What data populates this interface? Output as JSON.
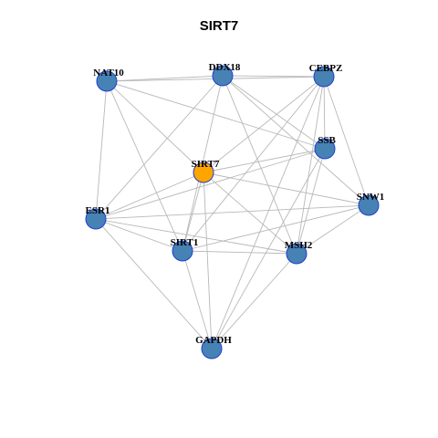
{
  "title": "SIRT7",
  "colors": {
    "node": "#4682b4",
    "hub": "#ffa500",
    "edge": "#b8b8b8",
    "node_border": "#1f3fd0"
  },
  "nodes": [
    {
      "id": "NAT10",
      "label": "NAT10",
      "hub": false
    },
    {
      "id": "DDX18",
      "label": "DDX18",
      "hub": false
    },
    {
      "id": "CEBPZ",
      "label": "CEBPZ",
      "hub": false
    },
    {
      "id": "SSB",
      "label": "SSB",
      "hub": false
    },
    {
      "id": "SIRT7",
      "label": "SIRT7",
      "hub": true
    },
    {
      "id": "SNW1",
      "label": "SNW1",
      "hub": false
    },
    {
      "id": "ESR1",
      "label": "ESR1",
      "hub": false
    },
    {
      "id": "SIRT1",
      "label": "SIRT1",
      "hub": false
    },
    {
      "id": "MSH2",
      "label": "MSH2",
      "hub": false
    },
    {
      "id": "GAPDH",
      "label": "GAPDH",
      "hub": false
    }
  ],
  "edges": [
    [
      "NAT10",
      "DDX18"
    ],
    [
      "NAT10",
      "CEBPZ"
    ],
    [
      "NAT10",
      "SSB"
    ],
    [
      "NAT10",
      "SIRT7"
    ],
    [
      "NAT10",
      "ESR1"
    ],
    [
      "NAT10",
      "SIRT1"
    ],
    [
      "DDX18",
      "CEBPZ"
    ],
    [
      "DDX18",
      "SSB"
    ],
    [
      "DDX18",
      "SNW1"
    ],
    [
      "DDX18",
      "SIRT1"
    ],
    [
      "DDX18",
      "MSH2"
    ],
    [
      "DDX18",
      "ESR1"
    ],
    [
      "CEBPZ",
      "SSB"
    ],
    [
      "CEBPZ",
      "SNW1"
    ],
    [
      "CEBPZ",
      "SIRT7"
    ],
    [
      "CEBPZ",
      "SIRT1"
    ],
    [
      "CEBPZ",
      "MSH2"
    ],
    [
      "CEBPZ",
      "GAPDH"
    ],
    [
      "SSB",
      "SIRT7"
    ],
    [
      "SSB",
      "MSH2"
    ],
    [
      "SSB",
      "GAPDH"
    ],
    [
      "SSB",
      "ESR1"
    ],
    [
      "SIRT7",
      "SNW1"
    ],
    [
      "SIRT7",
      "ESR1"
    ],
    [
      "SIRT7",
      "SIRT1"
    ],
    [
      "SIRT7",
      "MSH2"
    ],
    [
      "SIRT7",
      "GAPDH"
    ],
    [
      "SNW1",
      "ESR1"
    ],
    [
      "SNW1",
      "SIRT1"
    ],
    [
      "SNW1",
      "MSH2"
    ],
    [
      "ESR1",
      "SIRT1"
    ],
    [
      "ESR1",
      "MSH2"
    ],
    [
      "ESR1",
      "GAPDH"
    ],
    [
      "SIRT1",
      "MSH2"
    ],
    [
      "SIRT1",
      "GAPDH"
    ],
    [
      "MSH2",
      "GAPDH"
    ]
  ]
}
